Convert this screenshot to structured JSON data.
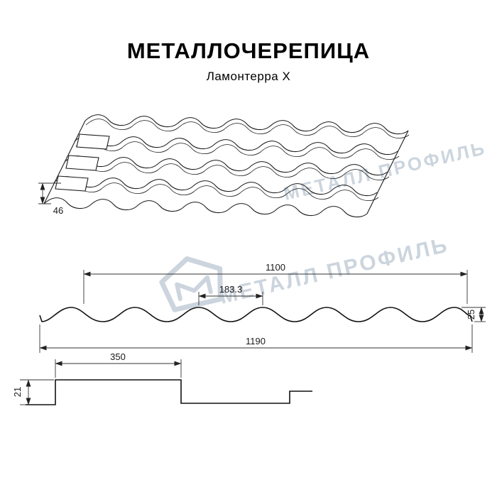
{
  "header": {
    "title": "МЕТАЛЛОЧЕРЕПИЦА",
    "subtitle": "Ламонтерра X"
  },
  "watermark": {
    "text": "МЕТАЛЛ ПРОФИЛЬ",
    "color": "#ccd5de"
  },
  "dimensions": {
    "roof_step": "46",
    "cover_width": "1100",
    "crest_spacing": "183.3",
    "profile_height": "25",
    "full_width": "1190",
    "module_length": "350",
    "edge_height": "21"
  }
}
